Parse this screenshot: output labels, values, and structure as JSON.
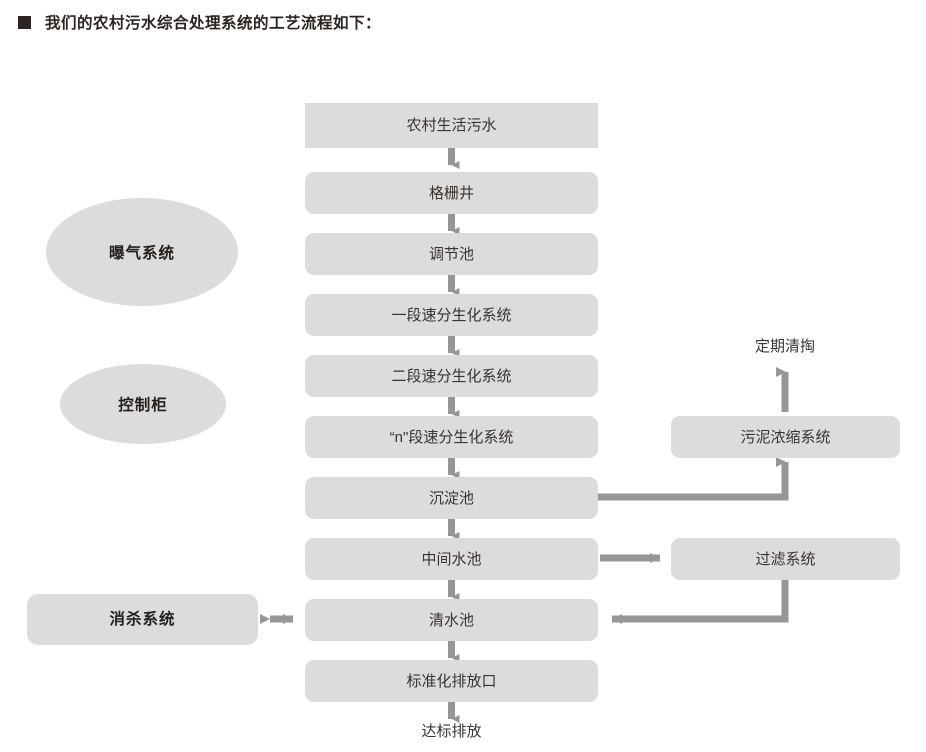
{
  "header": {
    "bullet_icon": "filled-square-bullet",
    "title": "我们的农村污水综合处理系统的工艺流程如下："
  },
  "diagram": {
    "type": "flowchart",
    "colors": {
      "node_fill": "#dcdcdc",
      "connector": "#969696",
      "text": "#3a3330",
      "title_text": "#2b2420"
    },
    "main_flow": [
      {
        "id": "inflow",
        "label": "农村生活污水"
      },
      {
        "id": "grit",
        "label": "格栅井"
      },
      {
        "id": "equalization",
        "label": "调节池"
      },
      {
        "id": "bio1",
        "label": "一段速分生化系统"
      },
      {
        "id": "bio2",
        "label": "二段速分生化系统"
      },
      {
        "id": "bion",
        "label": "“n\"段速分生化系统"
      },
      {
        "id": "settling",
        "label": "沉淀池"
      },
      {
        "id": "intermediate",
        "label": "中间水池"
      },
      {
        "id": "clearwater",
        "label": "清水池"
      },
      {
        "id": "outlet",
        "label": "标准化排放口"
      }
    ],
    "main_flow_end_label": "达标排放",
    "side_ellipses": [
      {
        "id": "aeration",
        "label": "曝气系统"
      },
      {
        "id": "control",
        "label": "控制柜"
      }
    ],
    "left_modules": [
      {
        "id": "disinfection",
        "label": "消杀系统"
      }
    ],
    "right_modules": [
      {
        "id": "sludge",
        "label": "污泥浓缩系统"
      },
      {
        "id": "filter",
        "label": "过滤系统"
      }
    ],
    "right_end_label": "定期清掏",
    "connectors": [
      {
        "from": "inflow",
        "to": "grit",
        "style": "arrow-down"
      },
      {
        "from": "grit",
        "to": "equalization",
        "style": "arrow-down"
      },
      {
        "from": "equalization",
        "to": "bio1",
        "style": "arrow-down"
      },
      {
        "from": "bio1",
        "to": "bio2",
        "style": "arrow-down"
      },
      {
        "from": "bio2",
        "to": "bion",
        "style": "arrow-down"
      },
      {
        "from": "bion",
        "to": "settling",
        "style": "arrow-down"
      },
      {
        "from": "settling",
        "to": "intermediate",
        "style": "arrow-down"
      },
      {
        "from": "intermediate",
        "to": "clearwater",
        "style": "arrow-down"
      },
      {
        "from": "clearwater",
        "to": "outlet",
        "style": "arrow-down"
      },
      {
        "from": "outlet",
        "to": "达标排放",
        "style": "arrow-down"
      },
      {
        "from": "settling",
        "to": "sludge",
        "style": "elbow-right-up"
      },
      {
        "from": "sludge",
        "to": "定期清掏",
        "style": "arrow-up"
      },
      {
        "from": "intermediate",
        "to": "filter",
        "style": "arrow-right"
      },
      {
        "from": "filter",
        "to": "clearwater",
        "style": "elbow-down-left"
      },
      {
        "from": "disinfection",
        "to": "clearwater",
        "style": "double-arrow-horizontal"
      }
    ]
  }
}
